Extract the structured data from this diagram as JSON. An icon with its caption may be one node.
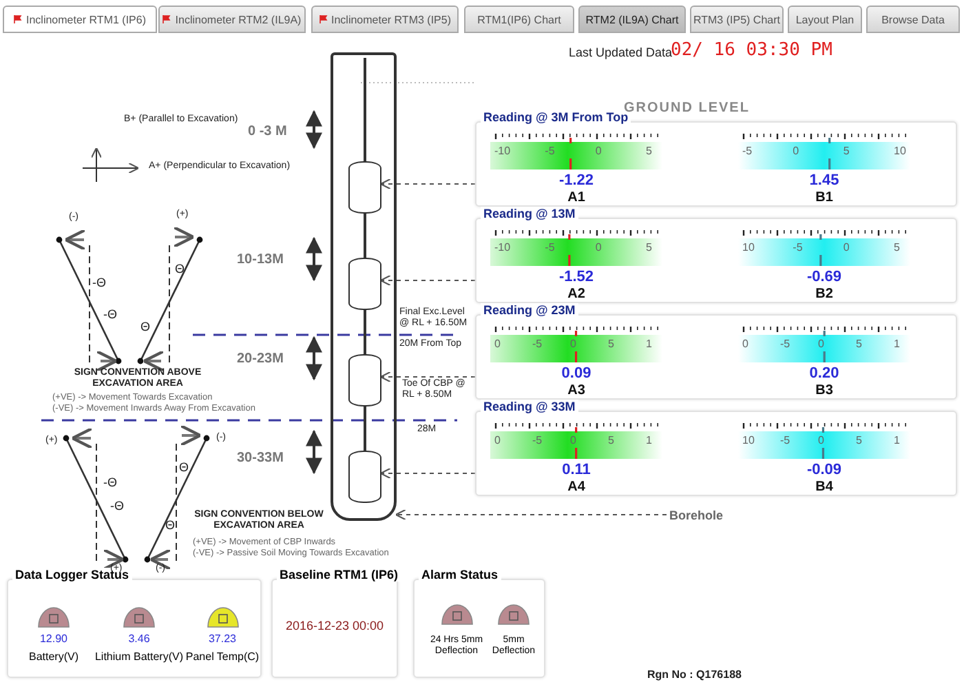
{
  "diagram": {
    "nodes": [
      {
        "text": [
          "Reading @ 3M From Top"
        ]
      },
      {
        "text": [
          "-10 -5 0 5",
          "-1.22",
          "A1"
        ],
        "in": 0
      },
      {
        "text": [
          "-5 0 5 10",
          "1.45",
          "B1"
        ],
        "in": 0
      },
      {
        "text": [
          "Reading @ 13M"
        ]
      },
      {
        "text": [
          "-10 -5 0 5",
          "-1.52",
          "A2"
        ],
        "in": 3
      },
      {
        "text": [
          "10 -5 0 5",
          "-0.69",
          "B2"
        ],
        "in": 3
      },
      {
        "text": [
          "Reading @ 23M"
        ]
      },
      {
        "text": [
          "0 -5 0 5 1",
          "0.09",
          "A3"
        ],
        "in": 6
      },
      {
        "text": [
          "0 -5 0 5 1",
          "0.20",
          "B3"
        ],
        "in": 6
      },
      {
        "text": [
          "Reading @ 33M"
        ]
      },
      {
        "text": [
          "0 -5 0 5 1",
          "0.11",
          "A4"
        ],
        "in": 9
      },
      {
        "text": [
          "10 -5 0 5 1",
          "-0.09",
          "B4"
        ],
        "in": 9
      },
      {
        "text": [],
        "shape": "box"
      },
      {
        "text": [],
        "shape": "cylinder",
        "in": 12
      },
      {
        "text": [],
        "shape": "cylinder",
        "in": 12
      },
      {
        "text": [],
        "shape": "cylinder",
        "in": 12
      },
      {
        "text": [],
        "shape": "cylinder",
        "in": 12
      },
      {
        "text": [
          "Borehole"
        ]
      },
      {
        "text": [
          "Data Logger Status"
        ]
      },
      {
        "text": [
          "12.90",
          "Battery(V)"
        ],
        "in": 18
      },
      {
        "text": [
          "3.46",
          "Lithium Battery(V)"
        ],
        "in": 18
      },
      {
        "text": [
          "37.23",
          "Panel Temp(C)"
        ],
        "in": 18
      },
      {
        "text": [
          "Baseline RTM1 (IP6)",
          "2016-12-23 00:00"
        ]
      },
      {
        "text": [
          "Alarm Status"
        ]
      },
      {
        "text": [
          "24 Hrs 5mm Deflection"
        ],
        "in": 23
      },
      {
        "text": [
          "5mm Deflection"
        ],
        "in": 23
      }
    ],
    "edges": [
      {
        "from": 0,
        "to": 13,
        "arrow": "to",
        "style": "dashed"
      },
      {
        "from": 3,
        "to": 14,
        "arrow": "to",
        "style": "dashed"
      },
      {
        "from": 6,
        "to": 15,
        "arrow": "to",
        "style": "dashed"
      },
      {
        "from": 9,
        "to": 16,
        "arrow": "to",
        "style": "dashed"
      },
      {
        "from": 17,
        "to": 12,
        "arrow": "to",
        "style": "dashed"
      }
    ],
    "labels": [
      "Inclinometer RTM1 (IP6)",
      "Inclinometer RTM2 (IL9A)",
      "Inclinometer RTM3 (IP5)",
      "RTM1(IP6) Chart",
      "RTM2 (IL9A) Chart",
      "RTM3 (IP5) Chart",
      "Layout Plan",
      "Browse Data",
      "Last Updated Data",
      "02/ 16 03:30 PM",
      "GROUND LEVEL",
      "B+ (Parallel to Excavation)",
      "A+ (Perpendicular to Excavation)",
      "0 -3 M",
      "10-13M",
      "(-)",
      "(+)",
      "-Θ",
      "Θ",
      "-Θ",
      "Θ",
      "Final Exc.Level @ RL + 16.50M",
      "20M From Top",
      "SIGN CONVENTION ABOVE EXCAVATION AREA",
      "20-23M",
      "(+VE) -> Movement Towards Excavation",
      "(-VE) -> Movement Inwards Away From Excavation",
      "Toe Of CBP @ RL + 8.50M",
      "28M",
      "(+)",
      "(-)",
      "-Θ",
      "Θ",
      "30-33M",
      "-Θ",
      "Θ",
      "SIGN CONVENTION BELOW EXCAVATION AREA",
      "(+VE) -> Movement of CBP Inwards",
      "(-VE) -> Passive Soil Moving Towards Excavation",
      "(+)",
      "(-)",
      "Rgn No : Q176188"
    ]
  }
}
